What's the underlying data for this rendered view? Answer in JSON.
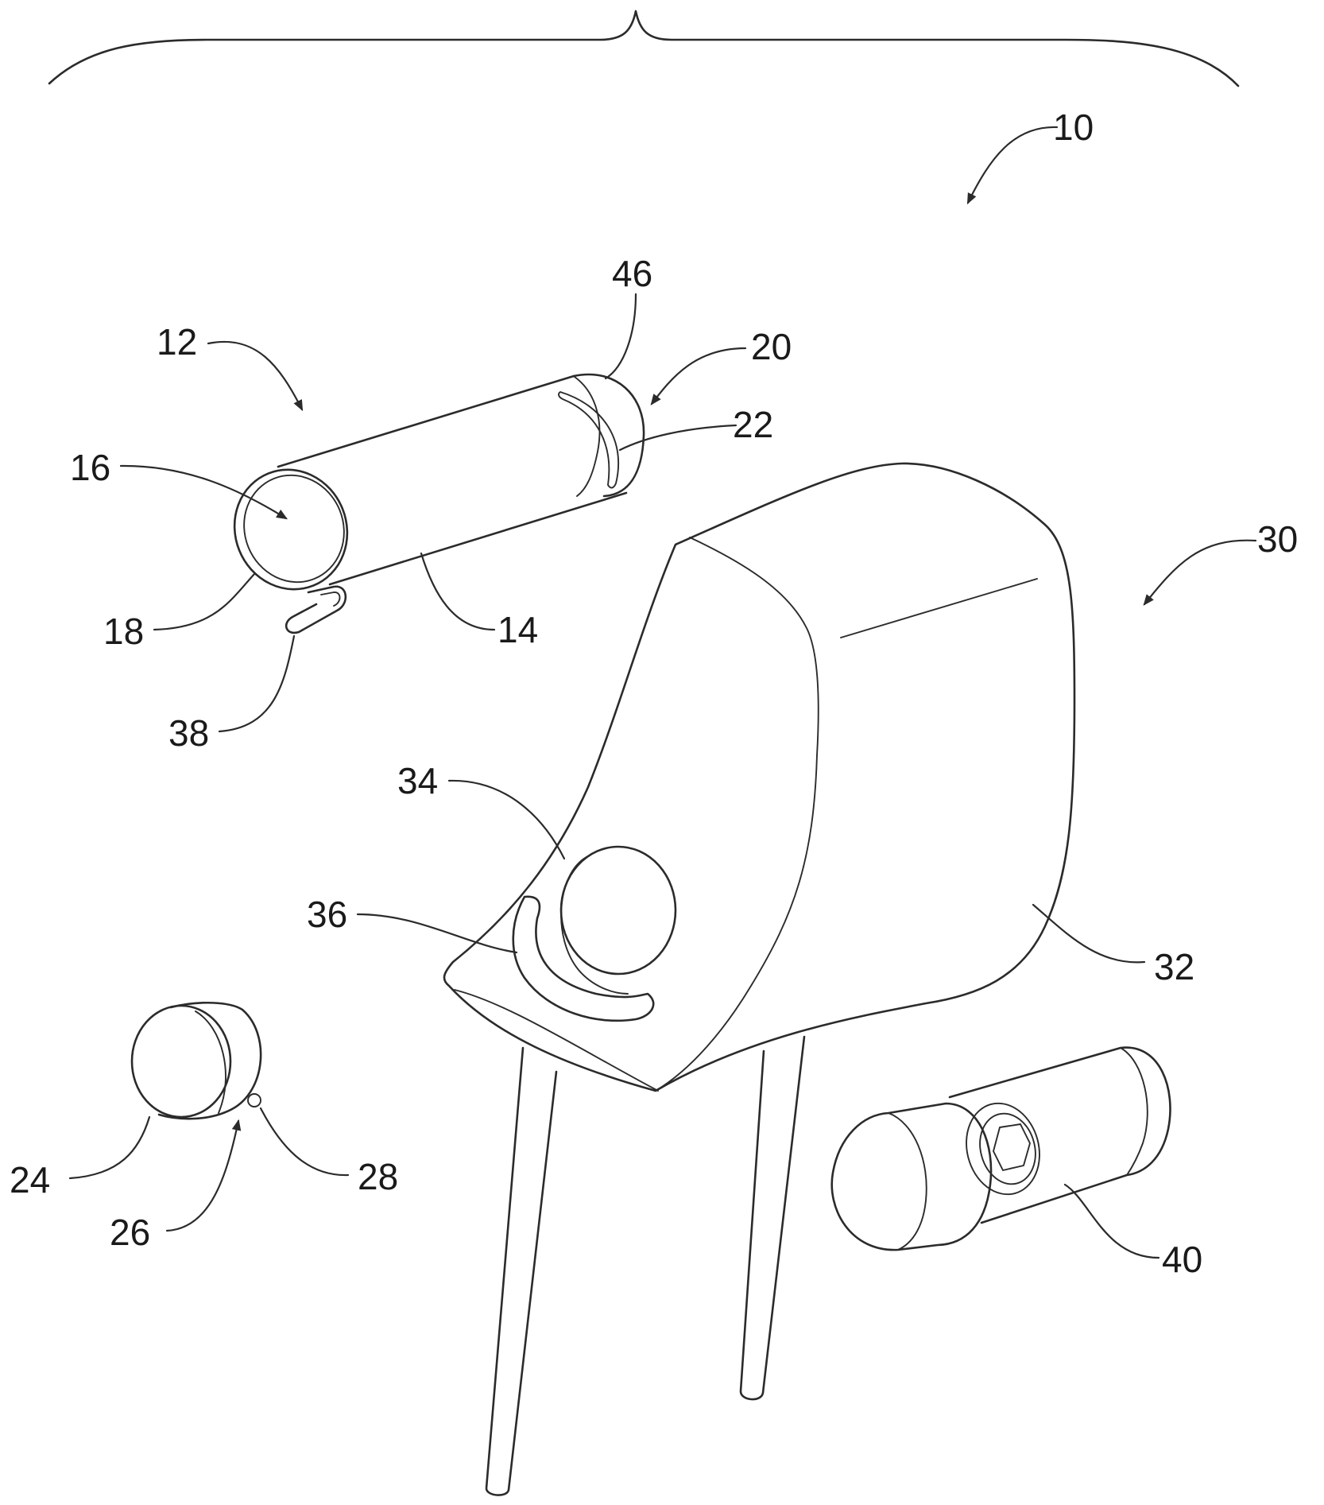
{
  "labels": {
    "r10": "10",
    "r12": "12",
    "r14": "14",
    "r16": "16",
    "r18": "18",
    "r20": "20",
    "r22": "22",
    "r24": "24",
    "r26": "26",
    "r28": "28",
    "r30": "30",
    "r32": "32",
    "r34": "34",
    "r36": "36",
    "r38": "38",
    "r40": "40",
    "r46": "46"
  },
  "colors": {
    "line": "#2b2b2b",
    "text": "#1a1a1a",
    "background": "#ffffff"
  }
}
